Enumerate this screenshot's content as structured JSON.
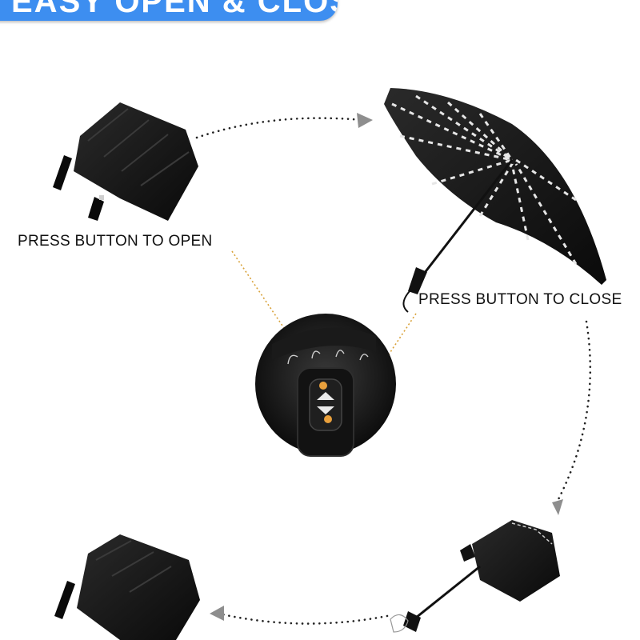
{
  "banner": {
    "title": "EASY OPEN & CLOSE"
  },
  "captions": {
    "open": "PRESS BUTTON TO OPEN",
    "close": "PRESS BUTTON TO CLOSE"
  },
  "colors": {
    "banner": "#3d8ef0",
    "umbrella": "#111111",
    "leader_line": "#d9a23a",
    "button_marker": "#e9a03c",
    "arrow": "#8e8e8e"
  }
}
